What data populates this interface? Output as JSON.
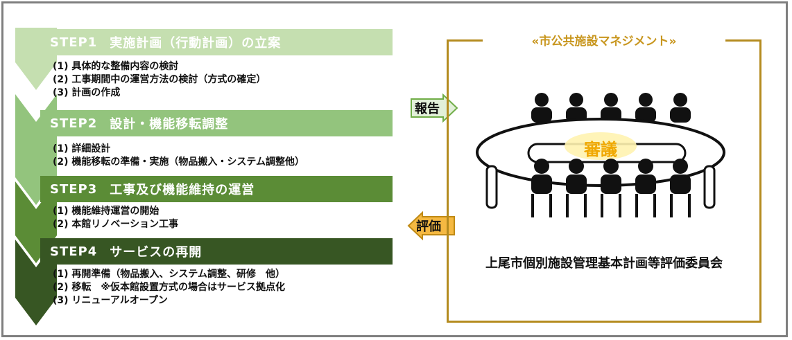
{
  "steps": [
    {
      "num": "STEP1",
      "title": "実施計画（行動計画）の立案",
      "items": [
        "(1) 具体的な整備内容の検討",
        "(2) 工事期間中の運営方法の検討（方式の確定）",
        "(3) 計画の作成"
      ]
    },
    {
      "num": "STEP2",
      "title": "設計・機能移転調整",
      "items": [
        "(1) 詳細設計",
        "(2) 機能移転の準備・実施（物品搬入・システム調整他）"
      ]
    },
    {
      "num": "STEP3",
      "title": "工事及び機能維持の運営",
      "items": [
        "(1) 機能維持運営の開始",
        "(2) 本館リノベーション工事"
      ]
    },
    {
      "num": "STEP4",
      "title": "サービスの再開",
      "items": [
        "(1) 再開準備（物品搬入、システム調整、研修　他）",
        "(2) 移転　※仮本館設置方式の場合はサービス拠点化",
        "(3) リニューアルオープン"
      ]
    }
  ],
  "panel": {
    "title": "«市公共施設マネジメント»",
    "center_label": "審議",
    "committee": "上尾市個別施設管理基本計画等評価委員会"
  },
  "arrows": {
    "report": "報告",
    "evaluate": "評価"
  },
  "colors": {
    "step1": "#c5dfb0",
    "step2": "#93c47d",
    "step3": "#5b8c36",
    "step4": "#375623",
    "gold": "#b48b1f",
    "report_fill": "#e2f0d9",
    "evaluate_fill": "#f5b942"
  }
}
